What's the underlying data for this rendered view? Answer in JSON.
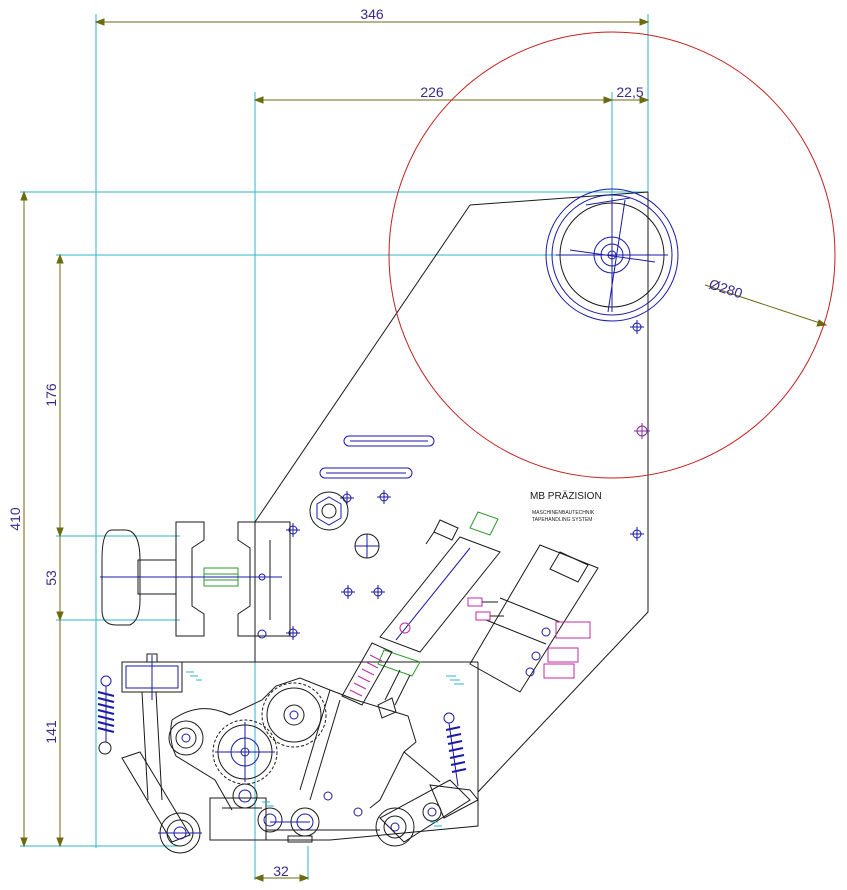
{
  "dimensions": {
    "total_width": "346",
    "roll_offset": "226",
    "roll_margin": "22,5",
    "roll_diameter": "Ø280",
    "total_height": "410",
    "upper_height": "176",
    "handle_height": "53",
    "lower_height": "141",
    "bottom_width": "32"
  },
  "nameplate": {
    "company": "MB PRÄZISION",
    "line1": "MASCHINENBAUTECHNIK",
    "line2": "TAPEHANDLING SYSTEM"
  },
  "colors": {
    "outline": "#1a1a1a",
    "dimension_line": "#6e6a12",
    "extension_line": "#2bb5c8",
    "roll_circle": "#c42020",
    "mechanism": "#1a1aa8",
    "dim_text": "#3a2a8a",
    "accent_green": "#2e9a2e",
    "accent_pink": "#c02aa0"
  }
}
